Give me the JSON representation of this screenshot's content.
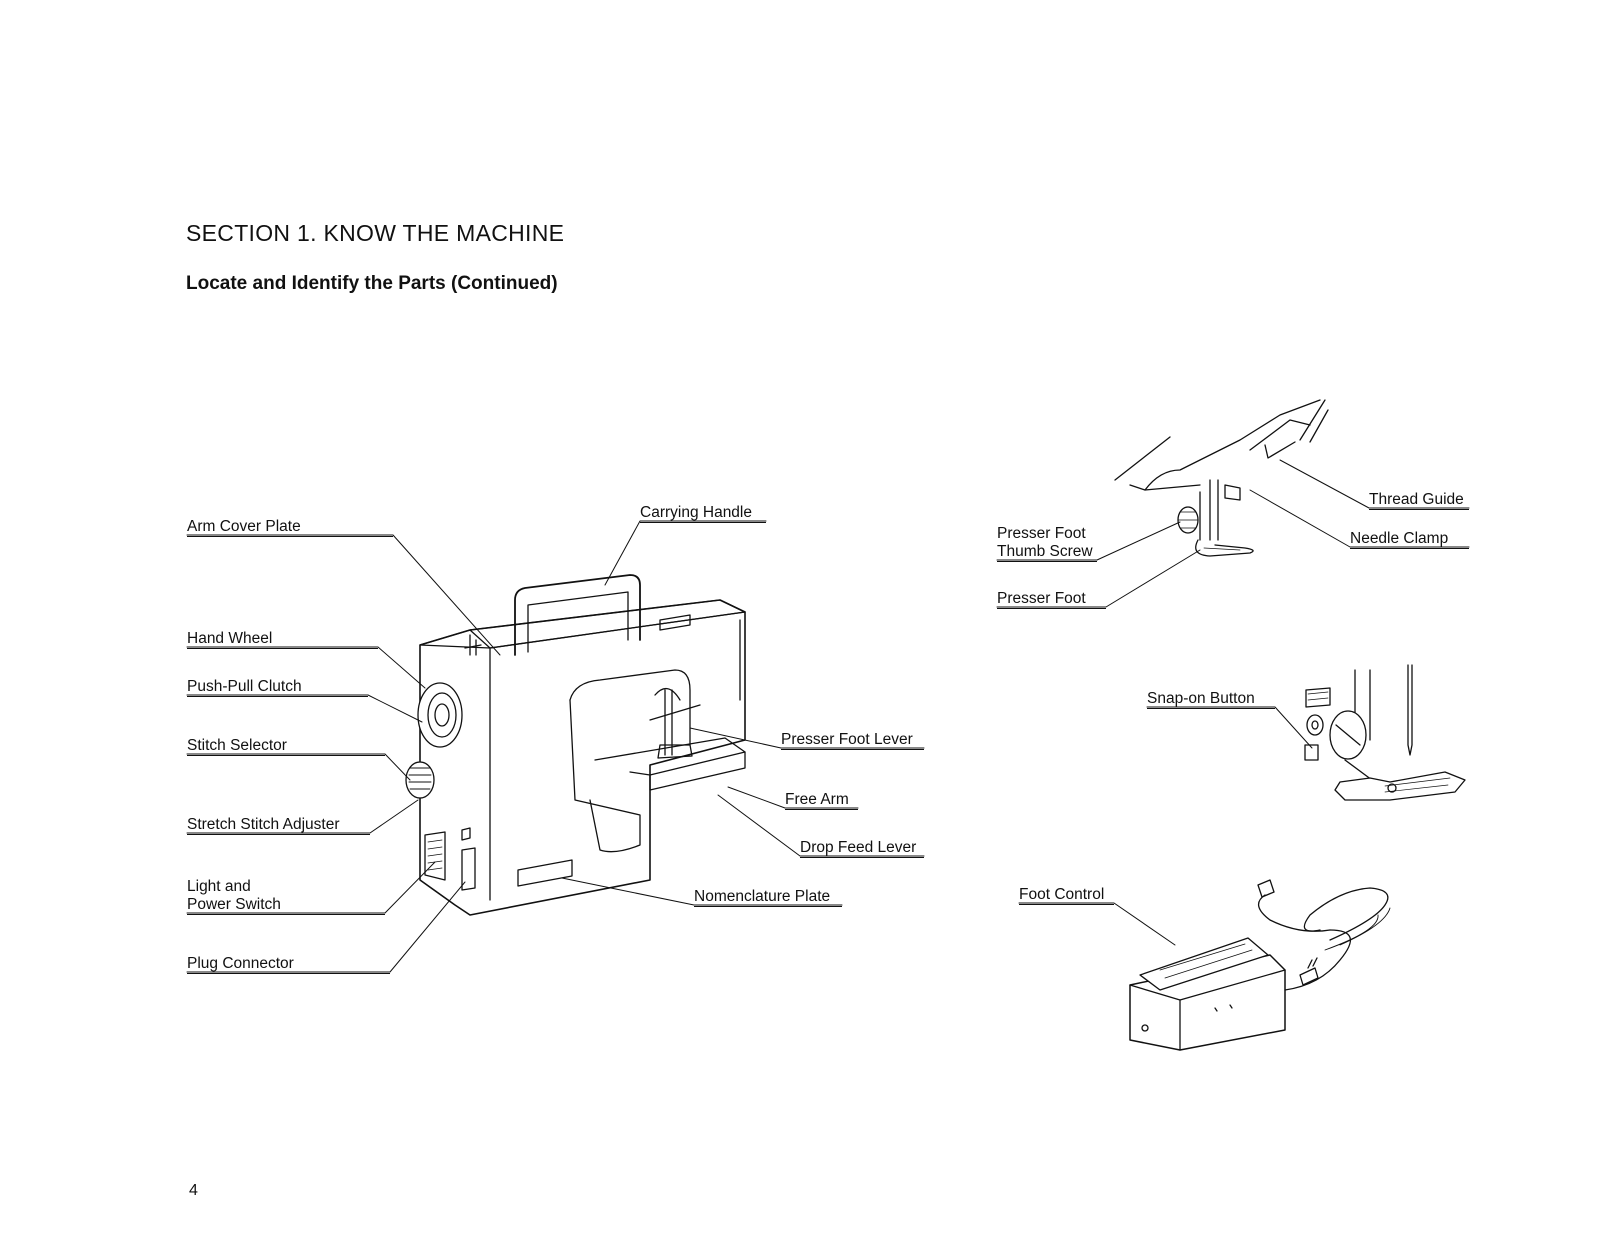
{
  "header": {
    "section_title": "SECTION  1.   KNOW THE MACHINE",
    "subtitle": "Locate and Identify the Parts (Continued)"
  },
  "labels": {
    "arm_cover_plate": "Arm Cover Plate",
    "hand_wheel": "Hand Wheel",
    "push_pull_clutch": "Push-Pull Clutch",
    "stitch_selector": "Stitch Selector",
    "stretch_stitch_adjuster": "Stretch Stitch Adjuster",
    "light_and": "Light and",
    "power_switch": "Power Switch",
    "plug_connector": "Plug Connector",
    "carrying_handle": "Carrying Handle",
    "presser_foot_lever": "Presser Foot Lever",
    "free_arm": "Free Arm",
    "drop_feed_lever": "Drop Feed Lever",
    "nomenclature_plate": "Nomenclature Plate",
    "presser_foot_line1": "Presser Foot",
    "thumb_screw": "Thumb Screw",
    "presser_foot": "Presser Foot",
    "thread_guide": "Thread Guide",
    "needle_clamp": "Needle Clamp",
    "snap_on_button": "Snap-on Button",
    "foot_control": "Foot Control"
  },
  "footer": {
    "page_number": "4"
  }
}
